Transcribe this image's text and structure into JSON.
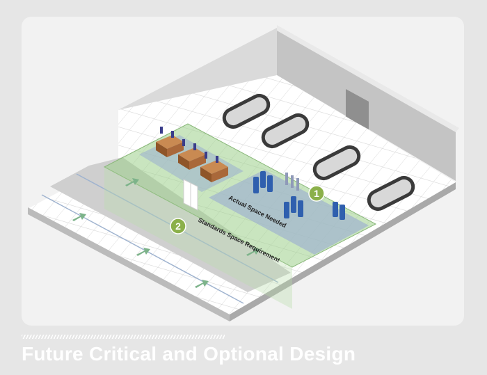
{
  "diagram": {
    "labels": {
      "actual_space": "Actual Space Needed",
      "standards_space": "Standards Space Requirement"
    },
    "markers": [
      "1",
      "2"
    ],
    "colors": {
      "floor_tile": "#ffffff",
      "grid_line": "#d5d5d5",
      "wall": "#d9d9d9",
      "wall_side": "#bdbdbd",
      "sidewalk": "#cfcfcf",
      "green_zone": "#9ccf8a",
      "blue_zone": "#9fb3cf",
      "marker_green": "#8bb04a",
      "kiosk_blue": "#2f5fae",
      "desk_wood": "#b5703a"
    }
  },
  "footer": {
    "title": "Future Critical and Optional Design"
  }
}
